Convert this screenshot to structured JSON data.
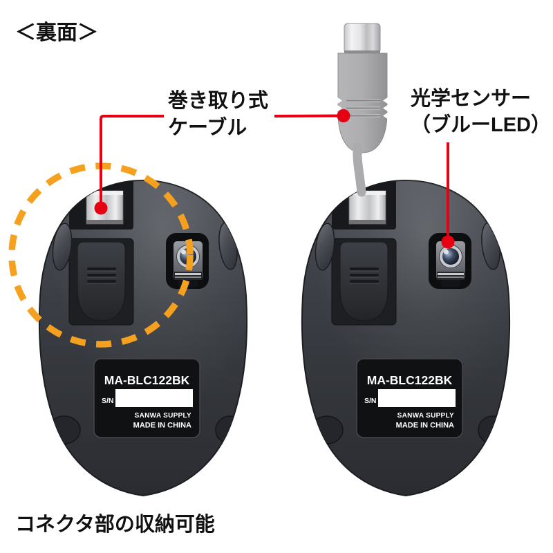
{
  "page": {
    "title": "＜裏面＞",
    "caption": "コネクタ部の収納可能"
  },
  "callouts": {
    "cable_label": {
      "line1": "巻き取り式",
      "line2": "ケーブル"
    },
    "sensor_label": {
      "line1": "光学センサー",
      "line2": "（ブルーLED）"
    }
  },
  "product_label": {
    "model": "MA-BLC122BK",
    "serial": "S/N",
    "brand": "SANWA SUPPLY",
    "origin": "MADE IN CHINA"
  },
  "colors": {
    "callout_red": "#e60012",
    "highlight_orange": "#f5a01e",
    "mouse_body": "#3a3d43",
    "connector_gray": "#a9a9ab",
    "label_plate": "#101113"
  }
}
